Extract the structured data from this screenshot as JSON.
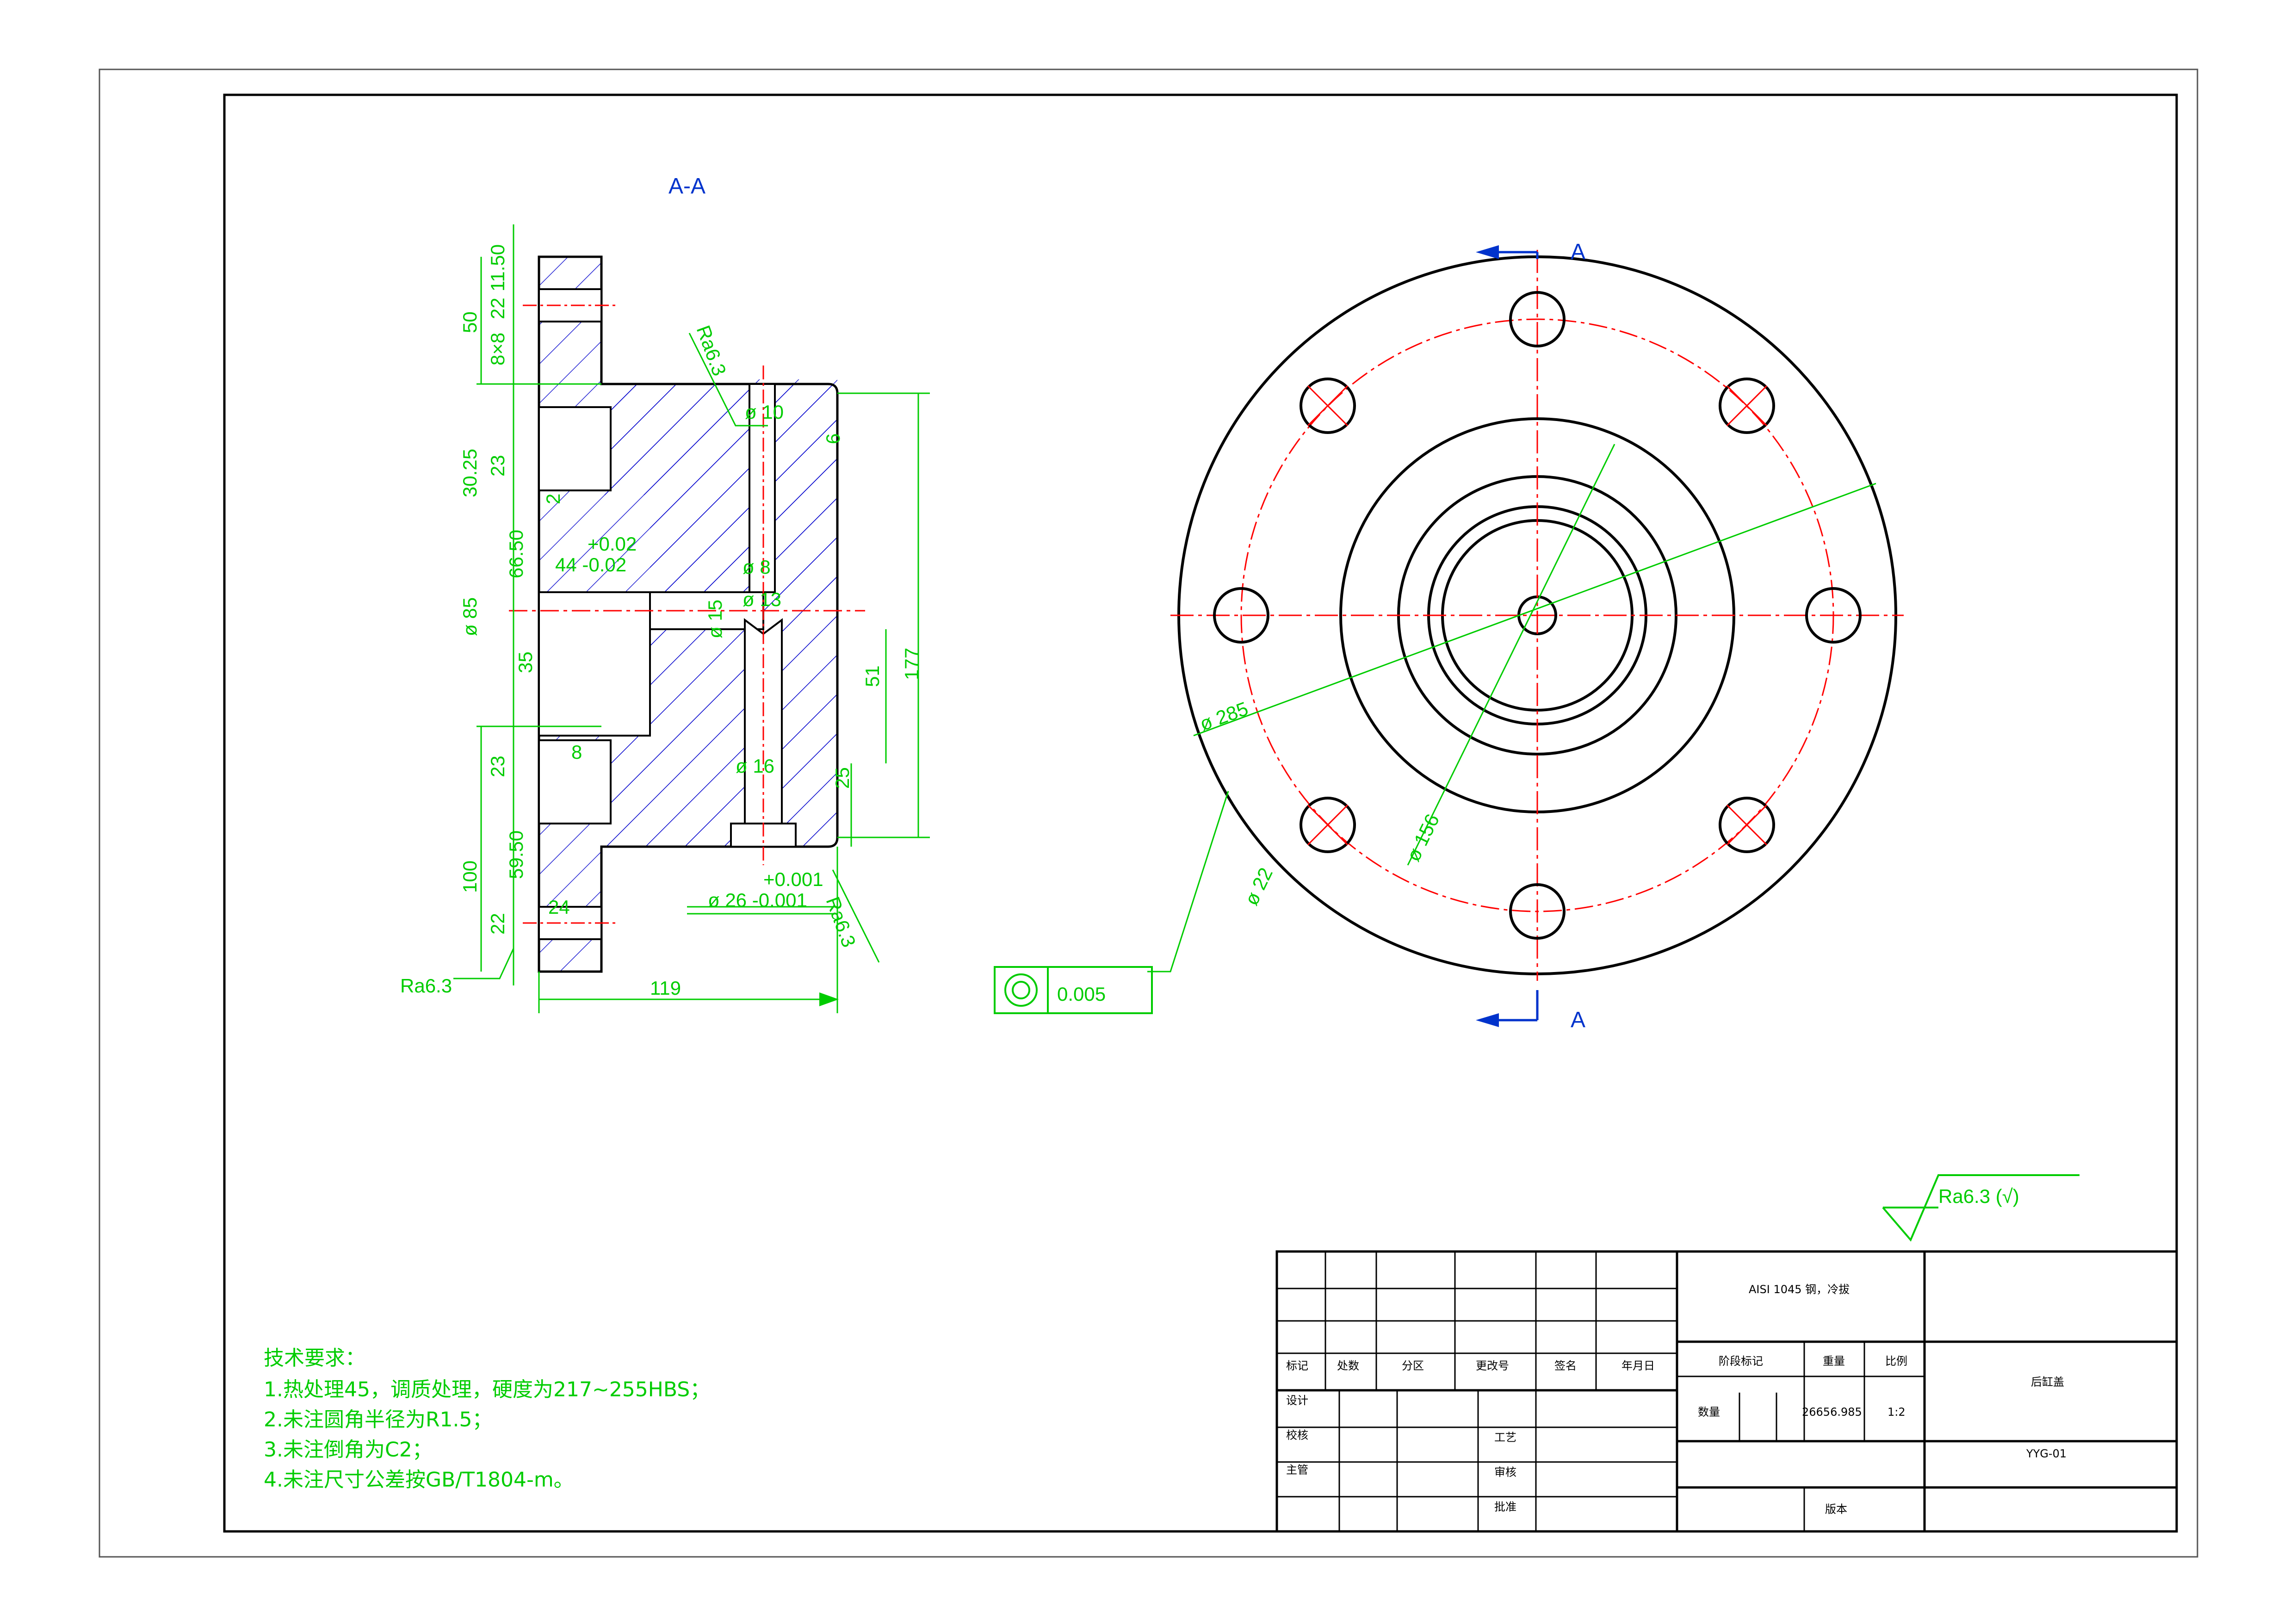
{
  "view": {
    "section_label": "A-A",
    "cut_label_top": "A",
    "cut_label_bottom": "A"
  },
  "section_dims": {
    "d_11_50": "11.50",
    "d_22_top": "22",
    "d_8x8": "8×8",
    "d_50": "50",
    "d_30_25": "30.25",
    "d_23_top": "23",
    "d_2_upper": "2",
    "d_66_50": "66.50",
    "d_tol_plus": "+0.02",
    "d_44": "44 -0.02",
    "d_phi85": "ø 85",
    "d_35": "35",
    "d_23_bottom": "23",
    "d_8_lower": "8",
    "d_59_50": "59.50",
    "d_100": "100",
    "d_22_bottom": "22",
    "d_24": "24",
    "d_119": "119",
    "d_phi10": "ø 10",
    "d_6": "6",
    "d_phi8": "ø 8",
    "d_phi13": "ø 13",
    "d_phi15": "ø 15",
    "d_phi16": "ø 16",
    "d_177": "177",
    "d_51": "51",
    "d_25": "25",
    "d_phi26_plus": "+0.001",
    "d_phi26": "ø 26 -0.001",
    "ra_top": "Ra6.3",
    "ra_bottom": "Ra6.3",
    "ra_left": "Ra6.3"
  },
  "front_dims": {
    "phi285": "ø 285",
    "phi156": "ø 156",
    "phi22": "ø 22",
    "tolerance_value": "0.005"
  },
  "surface_note": "Ra6.3 (√)",
  "technical_requirements": {
    "title": "技术要求：",
    "items": [
      "1.热处理45，调质处理，硬度为217~255HBS；",
      "2.未注圆角半径为R1.5；",
      "3.未注倒角为C2；",
      "4.未注尺寸公差按GB/T1804-m。"
    ]
  },
  "title_block": {
    "material": "AISI 1045 钢，冷拔",
    "part_name": "后缸盖",
    "drawing_no": "YYG-01",
    "mark": "标记",
    "count_place": "处数",
    "zone": "分区",
    "change_doc": "更改号",
    "sign": "签名",
    "date": "年月日",
    "design": "设计",
    "check": "校核",
    "supervisor": "主管",
    "process": "工艺",
    "review": "审核",
    "approve": "批准",
    "stage_mark": "阶段标记",
    "weight": "重量",
    "scale": "比例",
    "quantity": "数量",
    "weight_value": "26656.985",
    "scale_value": "1:2",
    "version": "版本"
  },
  "colors": {
    "outline": "#000000",
    "dimension": "#00cc00",
    "centerline": "#ff0000",
    "hatch": "#0000cc",
    "label": "#0033cc"
  }
}
